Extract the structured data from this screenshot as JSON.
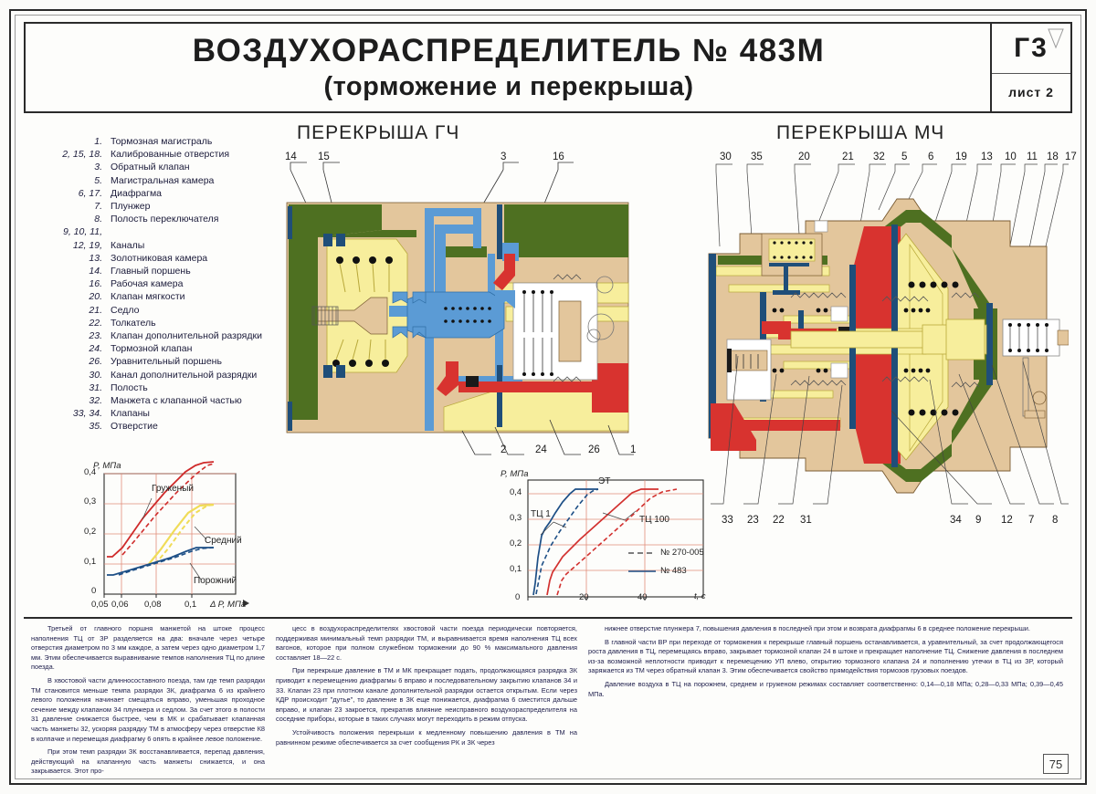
{
  "title": {
    "line1": "ВОЗДУХОРАСПРЕДЕЛИТЕЛЬ № 483М",
    "line2": "(торможение и перекрыша)",
    "code": "Г3",
    "sheet": "лист 2"
  },
  "sections": {
    "left_heading": "ПЕРЕКРЫША ГЧ",
    "right_heading": "ПЕРЕКРЫША МЧ"
  },
  "legend": [
    {
      "num": "1.",
      "text": "Тормозная магистраль"
    },
    {
      "num": "2, 15, 18.",
      "text": "Калиброванные отверстия"
    },
    {
      "num": "3.",
      "text": "Обратный клапан"
    },
    {
      "num": "5.",
      "text": "Магистральная камера"
    },
    {
      "num": "6, 17.",
      "text": "Диафрагма"
    },
    {
      "num": "7.",
      "text": "Плунжер"
    },
    {
      "num": "8.",
      "text": "Полость переключателя"
    },
    {
      "num": "9, 10, 11,",
      "text": ""
    },
    {
      "num": "12, 19,",
      "text": "Каналы"
    },
    {
      "num": "13.",
      "text": "Золотниковая камера"
    },
    {
      "num": "14.",
      "text": "Главный поршень"
    },
    {
      "num": "16.",
      "text": "Рабочая камера"
    },
    {
      "num": "20.",
      "text": "Клапан мягкости"
    },
    {
      "num": "21.",
      "text": "Седло"
    },
    {
      "num": "22.",
      "text": "Толкатель"
    },
    {
      "num": "23.",
      "text": "Клапан дополнительной разрядки"
    },
    {
      "num": "24.",
      "text": "Тормозной клапан"
    },
    {
      "num": "26.",
      "text": "Уравнительный поршень"
    },
    {
      "num": "30.",
      "text": "Канал дополнительной разрядки"
    },
    {
      "num": "31.",
      "text": "Полость"
    },
    {
      "num": "32.",
      "text": "Манжета с клапанной частью"
    },
    {
      "num": "33, 34.",
      "text": "Клапаны"
    },
    {
      "num": "35.",
      "text": "Отверстие"
    }
  ],
  "callouts": {
    "left_top": [
      "14",
      "15",
      "3",
      "16"
    ],
    "left_bottom": [
      "2",
      "24",
      "26",
      "1"
    ],
    "right_top": [
      "30",
      "35",
      "20",
      "21",
      "32",
      "5",
      "6",
      "19",
      "13",
      "10",
      "11",
      "18",
      "17"
    ],
    "right_bottom_left": [
      "33",
      "23",
      "22",
      "31"
    ],
    "right_bottom_right": [
      "34",
      "9",
      "12",
      "7",
      "8"
    ]
  },
  "chart_data": [
    {
      "type": "line",
      "id": "chart-pressure-vs-dp",
      "title": "",
      "xlabel": "Δ P, МПа",
      "ylabel": "P, МПа",
      "xlim": [
        0.04,
        0.115
      ],
      "ylim": [
        0,
        0.48
      ],
      "xticks": [
        "0,05",
        "0,06",
        "0,08",
        "0,1"
      ],
      "xtick_values": [
        0.05,
        0.06,
        0.08,
        0.1
      ],
      "yticks": [
        "0",
        "0,1",
        "0,2",
        "0,3",
        "0,4"
      ],
      "ytick_values": [
        0,
        0.1,
        0.2,
        0.3,
        0.4
      ],
      "grid": true,
      "legend_position": "inline-annotations",
      "annotations": [
        "Груженый",
        "Средний",
        "Порожний"
      ],
      "series": [
        {
          "name": "Груженый",
          "color": "#cf2a2a",
          "style": "solid",
          "x": [
            0.049,
            0.052,
            0.058,
            0.07,
            0.082,
            0.094,
            0.1,
            0.105,
            0.111
          ],
          "y": [
            0.125,
            0.125,
            0.155,
            0.255,
            0.335,
            0.405,
            0.428,
            0.435,
            0.437
          ]
        },
        {
          "name": "Груженый (270-005)",
          "color": "#cf2a2a",
          "style": "dashed",
          "x": [
            0.058,
            0.065,
            0.077,
            0.089,
            0.1,
            0.107,
            0.111
          ],
          "y": [
            0.13,
            0.178,
            0.262,
            0.335,
            0.395,
            0.425,
            0.432
          ]
        },
        {
          "name": "Средний",
          "color": "#f2dd5a",
          "style": "solid",
          "x": [
            0.073,
            0.08,
            0.088,
            0.096,
            0.103,
            0.111
          ],
          "y": [
            0.1,
            0.15,
            0.215,
            0.272,
            0.297,
            0.3
          ]
        },
        {
          "name": "Средний (270-005)",
          "color": "#f2dd5a",
          "style": "dashed",
          "x": [
            0.077,
            0.085,
            0.093,
            0.1,
            0.107,
            0.111
          ],
          "y": [
            0.1,
            0.155,
            0.218,
            0.272,
            0.297,
            0.3
          ]
        },
        {
          "name": "Порожний",
          "color": "#1d4f86",
          "style": "solid",
          "x": [
            0.049,
            0.053,
            0.062,
            0.074,
            0.086,
            0.095,
            0.101,
            0.111
          ],
          "y": [
            0.063,
            0.063,
            0.078,
            0.098,
            0.12,
            0.142,
            0.155,
            0.156
          ]
        },
        {
          "name": "Порожний (270-005)",
          "color": "#1d4f86",
          "style": "dashed",
          "x": [
            0.056,
            0.064,
            0.076,
            0.088,
            0.098,
            0.104,
            0.111
          ],
          "y": [
            0.063,
            0.08,
            0.098,
            0.118,
            0.14,
            0.152,
            0.154
          ]
        }
      ]
    },
    {
      "type": "line",
      "id": "chart-pressure-vs-time",
      "title": "ЭТ",
      "xlabel": "t, с",
      "ylabel": "P, МПа",
      "xlim": [
        0,
        52
      ],
      "ylim": [
        0,
        0.47
      ],
      "xticks": [
        "0",
        "20",
        "40"
      ],
      "xtick_values": [
        0,
        20,
        40
      ],
      "yticks": [
        "0,1",
        "0,2",
        "0,3",
        "0,4"
      ],
      "ytick_values": [
        0.1,
        0.2,
        0.3,
        0.4
      ],
      "grid": true,
      "legend_position": "inside-right",
      "legend_entries": [
        {
          "label": "№ 270-005",
          "style": "dashed"
        },
        {
          "label": "№ 483",
          "style": "solid"
        }
      ],
      "annotations": [
        "ТЦ 1",
        "ТЦ 100",
        "ЭТ"
      ],
      "series": [
        {
          "name": "ТЦ 1 № 483",
          "color": "#1d4f86",
          "style": "solid",
          "x": [
            2.0,
            2.5,
            3.5,
            4.5,
            5.5,
            7.0,
            9.0,
            11.5,
            14.0,
            16.0,
            24.0
          ],
          "y": [
            0.005,
            0.05,
            0.15,
            0.24,
            0.27,
            0.295,
            0.33,
            0.375,
            0.405,
            0.418,
            0.418
          ]
        },
        {
          "name": "ТЦ 1 № 270-005",
          "color": "#1d4f86",
          "style": "dashed",
          "x": [
            3.0,
            5.0,
            8.0,
            11.0,
            14.0,
            17.0,
            20.0,
            22.0,
            24.0
          ],
          "y": [
            0.01,
            0.12,
            0.2,
            0.255,
            0.305,
            0.355,
            0.395,
            0.412,
            0.418
          ]
        },
        {
          "name": "ТЦ 100 № 483",
          "color": "#d2312f",
          "style": "solid",
          "x": [
            6.5,
            7.5,
            8.5,
            12.0,
            18.0,
            24.0,
            30.0,
            36.0,
            39.0,
            45.0
          ],
          "y": [
            0.005,
            0.06,
            0.095,
            0.155,
            0.225,
            0.285,
            0.345,
            0.405,
            0.418,
            0.418
          ]
        },
        {
          "name": "ТЦ 100 № 270-005",
          "color": "#d2312f",
          "style": "dashed",
          "x": [
            10.0,
            11.5,
            13.0,
            18.0,
            24.0,
            30.0,
            36.0,
            42.0,
            46.0,
            51.0
          ],
          "y": [
            0.005,
            0.06,
            0.085,
            0.135,
            0.195,
            0.255,
            0.315,
            0.378,
            0.41,
            0.418
          ]
        }
      ]
    }
  ],
  "body_text": {
    "col1": [
      "Третьей от главного поршня манжетой на штоке процесс наполнения ТЦ от ЗР разделяется на два: вначале через четыре отверстия диаметром по 3 мм каждое, а затем через одно диаметром 1,7 мм. Этим обеспечивается выравнивание темпов наполнения ТЦ по длине поезда.",
      "В хвостовой части длинносоставного поезда, там где темп разрядки ТМ становится меньше темпа разрядки ЗК, диафрагма 6 из крайнего левого положения начинает смещаться вправо, уменьшая проходное сечение между клапаном 34 плунжера и седлом. За счет этого в полости 31 давление снижается быстрее, чем в МК и срабатывает клапанная часть манжеты 32, ускоряя разрядку ТМ в атмосферу через отверстие К8 в колпачке и перемещая диафрагму 6 опять в крайнее левое положение.",
      "При этом темп разрядки ЗК восстанавливается, перепад давления, действующий на клапанную часть манжеты снижается, и она закрывается. Этот про-"
    ],
    "col2": [
      "цесс в воздухораспределителях хвостовой части поезда периодически повторяется, поддерживая минимальный темп разрядки ТМ, и выравнивается время наполнения ТЦ всех вагонов, которое при полном служебном торможении до 90 % максимального давления составляет 18—22 с.",
      "При перекрыше давление в ТМ и МК прекращает подать, продолжающаяся разрядка ЗК приводит к перемещению диафрагмы 6 вправо и последовательному закрытию клапанов 34 и 33. Клапан 23 при плотном канале дополнительной разрядки остается открытым. Если через КДР происходит \"дутье\", то давление в ЗК еще понижается, диафрагма 6 сместится дальше вправо, и клапан 23 закроется, прекратив влияние неисправного воздухораспределителя на соседние приборы, которые в таких случаях могут переходить в режим отпуска.",
      "Устойчивость положения перекрыши к медленному повышению давления в ТМ на равнинном режиме обеспечивается за счет сообщения РК и ЗК через"
    ],
    "col3": [
      "нижнее отверстие плунжера 7, повышения давления в последней при этом и возврата диафрагмы 6 в среднее положение перекрыши.",
      "В главной части ВР при переходе от торможения к перекрыше главный поршень останавливается, а уравнительный, за счет продолжающегося роста давления в ТЦ, перемещаясь вправо, закрывает тормозной клапан 24 в штоке и прекращает наполнение ТЦ. Снижение давления в последнем из-за возможной неплотности приводит к перемещению УП влево, открытию тормозного клапана 24 и пополнению утечки в ТЦ из ЗР, который заряжается из ТМ через обратный клапан 3. Этим обеспечивается свойство прямодействия тормозов грузовых поездов.",
      "Давление воздуха в ТЦ на порожнем, среднем и груженом режимах составляет соответственно: 0,14—0,18 МПа; 0,28—0,33 МПа; 0,39—0,45 МПа."
    ]
  },
  "page_number": "75",
  "colors": {
    "body": "#e3c69c",
    "yellow": "#f7ee9c",
    "green": "#4e7021",
    "red": "#d8332f",
    "blue": "#5b9bd5",
    "darkblue": "#1f4e79",
    "white": "#ffffff"
  }
}
